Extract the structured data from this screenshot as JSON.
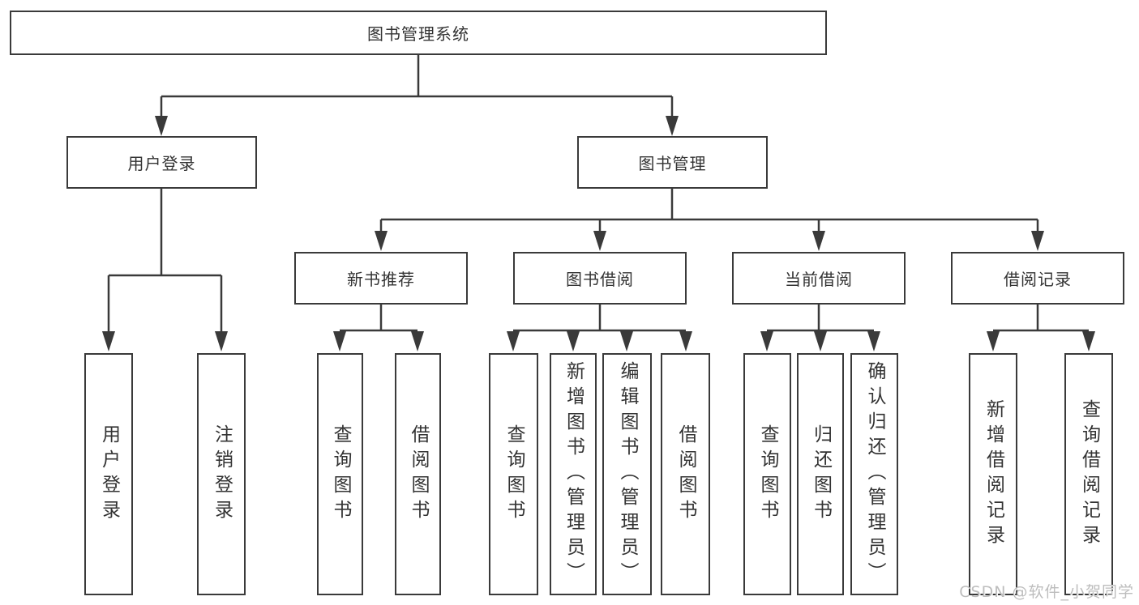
{
  "tree": {
    "root": {
      "label": "图书管理系统"
    },
    "branches": [
      {
        "label": "用户登录",
        "children": [
          {
            "label": "用户登录"
          },
          {
            "label": "注销登录"
          }
        ]
      },
      {
        "label": "图书管理",
        "groups": [
          {
            "label": "新书推荐",
            "children": [
              {
                "label": "查询图书"
              },
              {
                "label": "借阅图书"
              }
            ]
          },
          {
            "label": "图书借阅",
            "children": [
              {
                "label": "查询图书"
              },
              {
                "label": "新增图书（管理员）"
              },
              {
                "label": "编辑图书（管理员）"
              },
              {
                "label": "借阅图书"
              }
            ]
          },
          {
            "label": "当前借阅",
            "children": [
              {
                "label": "查询图书"
              },
              {
                "label": "归还图书"
              },
              {
                "label": "确认归还（管理员）"
              }
            ]
          },
          {
            "label": "借阅记录",
            "children": [
              {
                "label": "新增借阅记录"
              },
              {
                "label": "查询借阅记录"
              }
            ]
          }
        ]
      }
    ]
  },
  "watermark": {
    "text": "CSDN @软件_小贺同学"
  },
  "colors": {
    "line": "#3a3a3a",
    "text": "#333333",
    "watermark": "#bdbdbd",
    "background": "#ffffff"
  }
}
